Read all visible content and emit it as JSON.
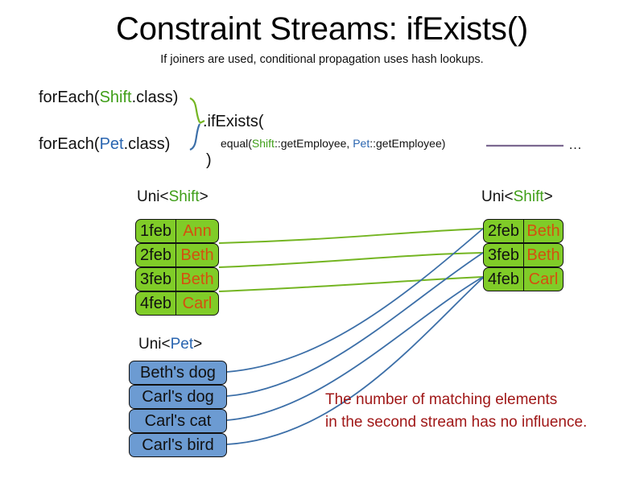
{
  "header": {
    "title": "Constraint Streams: ifExists()",
    "subtitle": "If joiners are used, conditional propagation uses hash lookups."
  },
  "code": {
    "line_shift_prefix": "forEach(",
    "line_shift_type": "Shift",
    "line_shift_suffix": ".class)",
    "line_pet_prefix": "forEach(",
    "line_pet_type": "Pet",
    "line_pet_suffix": ".class)",
    "if_exists": ".ifExists(",
    "equal_prefix": "equal(",
    "equal_shift": "Shift",
    "equal_mid": "::getEmployee, ",
    "equal_pet": "Pet",
    "equal_suffix": "::getEmployee)",
    "ellipsis": "…",
    "close_paren": ")"
  },
  "streams": {
    "left_shift": {
      "label_prefix": "Uni<",
      "label_type": "Shift",
      "label_suffix": ">",
      "rows": [
        {
          "date": "1feb",
          "name": "Ann"
        },
        {
          "date": "2feb",
          "name": "Beth"
        },
        {
          "date": "3feb",
          "name": "Beth"
        },
        {
          "date": "4feb",
          "name": "Carl"
        }
      ]
    },
    "right_shift": {
      "label_prefix": "Uni<",
      "label_type": "Shift",
      "label_suffix": ">",
      "rows": [
        {
          "date": "2feb",
          "name": "Beth"
        },
        {
          "date": "3feb",
          "name": "Beth"
        },
        {
          "date": "4feb",
          "name": "Carl"
        }
      ]
    },
    "pet": {
      "label_prefix": "Uni<",
      "label_type": "Pet",
      "label_suffix": ">",
      "rows": [
        {
          "name": "Beth's dog"
        },
        {
          "name": "Carl's dog"
        },
        {
          "name": "Carl's cat"
        },
        {
          "name": "Carl's bird"
        }
      ]
    }
  },
  "annotation": {
    "line1": "The number of matching elements",
    "line2": "in the second stream has no influence."
  },
  "colors": {
    "shift_green": "#3F9E18",
    "pet_blue": "#2A65B0",
    "box_green_fill": "#80CC28",
    "box_blue_fill": "#6C9BD2",
    "name_orange": "#D4500F",
    "note_red": "#A01818",
    "link_green": "#74B522",
    "link_blue": "#3C6FA8",
    "joiner_line": "#7B6890"
  }
}
